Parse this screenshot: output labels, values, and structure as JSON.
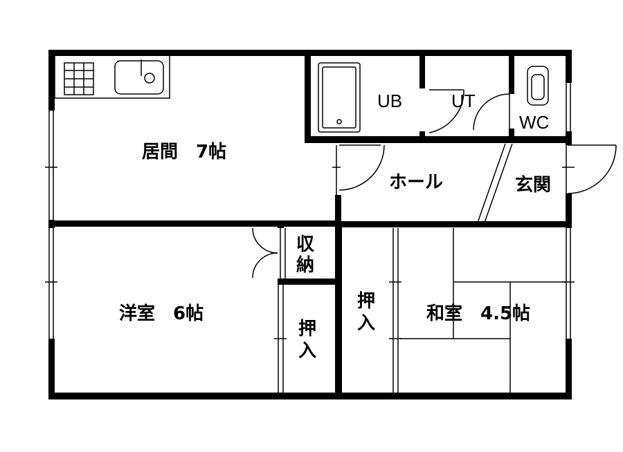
{
  "rooms": {
    "living": "居間　7帖",
    "unit_bath": "UB",
    "utility": "UT",
    "toilet": "WC",
    "hall": "ホール",
    "entrance": "玄関",
    "storage_top": "収",
    "storage_bottom": "納",
    "western_room": "洋室　6帖",
    "closet_left_top": "押",
    "closet_left_bottom": "入",
    "closet_mid_top": "押",
    "closet_mid_bottom": "入",
    "japanese_room": "和室　4.5帖"
  },
  "colors": {
    "wall": "#000000",
    "background": "#ffffff"
  }
}
